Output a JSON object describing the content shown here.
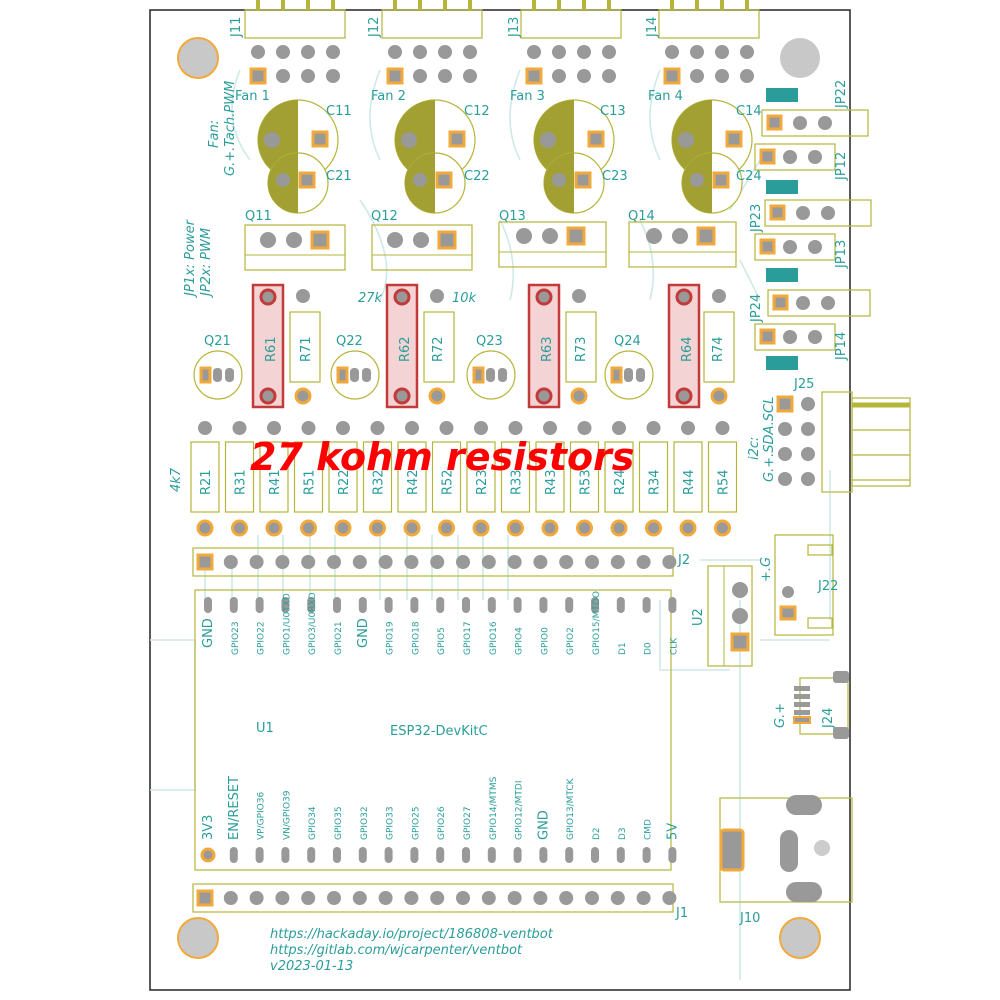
{
  "banner": "27 kohm resistors",
  "fans": {
    "headers": [
      "J11",
      "J12",
      "J13",
      "J14"
    ],
    "labels": [
      "Fan 1",
      "Fan 2",
      "Fan 3",
      "Fan 4"
    ],
    "caps_big": [
      "C11",
      "C12",
      "C13",
      "C14"
    ],
    "caps_small": [
      "C21",
      "C22",
      "C23",
      "C24"
    ],
    "mosfets": [
      "Q11",
      "Q12",
      "Q13",
      "Q14"
    ],
    "resistors_27k": [
      "R61",
      "R62",
      "R63",
      "R64"
    ],
    "resistors_10k": [
      "R71",
      "R72",
      "R73",
      "R74"
    ],
    "transistors": [
      "Q21",
      "Q22",
      "Q23",
      "Q24"
    ]
  },
  "notes": {
    "fan_line1": "Fan:",
    "fan_line2": "G.+.Tach.PWM",
    "jp_line1": "JP1x: Power",
    "jp_line2": "JP2x: PWM",
    "val_27k": "27k",
    "val_10k": "10k",
    "val_4k7": "4k7",
    "i2c_line1": "i2c:",
    "i2c_line2": "G.+.SDA.SCL",
    "plus_g": "+.G",
    "g_plus": "G.+"
  },
  "jumpers": [
    "JP22",
    "JP12",
    "JP23",
    "JP13",
    "JP24",
    "JP14"
  ],
  "connectors": {
    "j25": "J25",
    "j22": "J22",
    "j24": "J24",
    "j10": "J10",
    "j2": "J2",
    "j1": "J1",
    "u2": "U2",
    "u1": "U1"
  },
  "resistor_row": [
    "R21",
    "R31",
    "R41",
    "R51",
    "R22",
    "R32",
    "R42",
    "R52",
    "R23",
    "R33",
    "R43",
    "R53",
    "R24",
    "R34",
    "R44",
    "R54"
  ],
  "esp32": {
    "title": "ESP32-DevKitC",
    "top_pins": [
      "GND",
      "GPIO23",
      "GPIO22",
      "GPIO1/U0TXD",
      "GPIO3/U0RXD",
      "GPIO21",
      "GND",
      "GPIO19",
      "GPIO18",
      "GPIO5",
      "GPIO17",
      "GPIO16",
      "GPIO4",
      "GPIO0",
      "GPIO2",
      "GPIO15/MTDO",
      "D1",
      "D0",
      "CLK"
    ],
    "bottom_pins": [
      "3V3",
      "EN/RESET",
      "VP/GPIO36",
      "VN/GPIO39",
      "GPIO34",
      "GPIO35",
      "GPIO32",
      "GPIO33",
      "GPIO25",
      "GPIO26",
      "GPIO27",
      "GPIO14/MTMS",
      "GPIO12/MTDI",
      "GND",
      "GPIO13/MTCK",
      "D2",
      "D3",
      "CMD",
      "5V"
    ]
  },
  "footer": {
    "line1": "https://hackaday.io/project/186808-ventbot",
    "line2": "https://gitlab.com/wjcarpenter/ventbot",
    "line3": "v2023-01-13"
  }
}
